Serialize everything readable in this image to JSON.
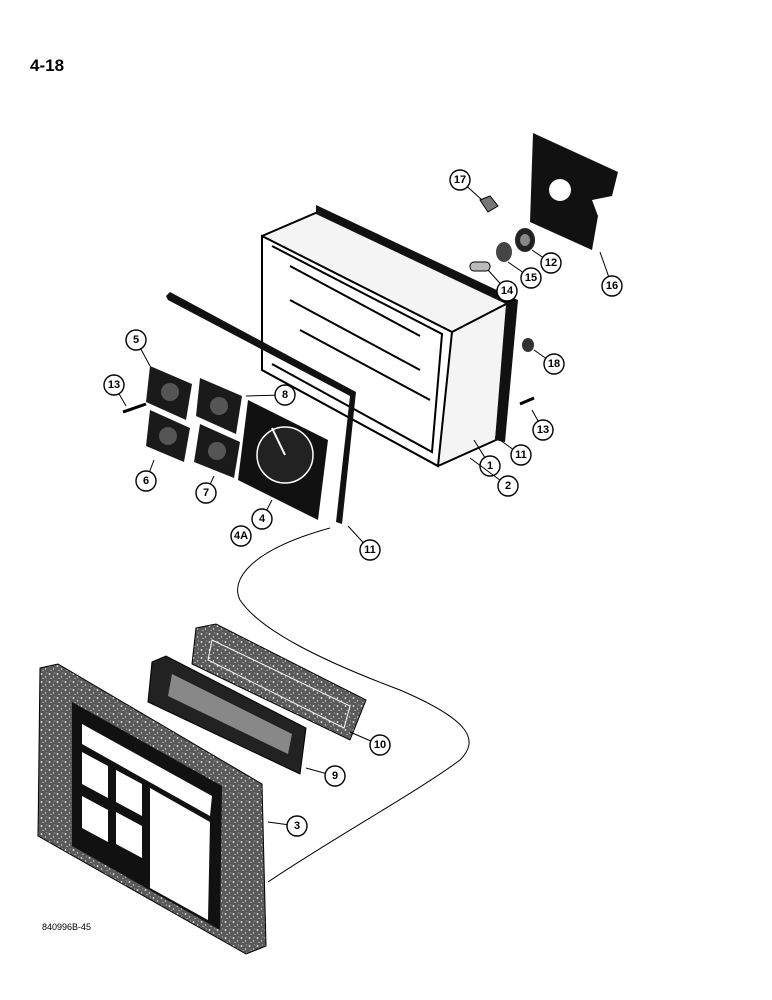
{
  "page": {
    "number": "4-18",
    "figure_code": "840996B-45"
  },
  "callouts": [
    {
      "label": "1"
    },
    {
      "label": "2"
    },
    {
      "label": "3"
    },
    {
      "label": "4"
    },
    {
      "label": "4A"
    },
    {
      "label": "5"
    },
    {
      "label": "6"
    },
    {
      "label": "7"
    },
    {
      "label": "8"
    },
    {
      "label": "9"
    },
    {
      "label": "10"
    },
    {
      "label": "11"
    },
    {
      "label": "11"
    },
    {
      "label": "12"
    },
    {
      "label": "13"
    },
    {
      "label": "13"
    },
    {
      "label": "14"
    },
    {
      "label": "15"
    },
    {
      "label": "16"
    },
    {
      "label": "17"
    },
    {
      "label": "18"
    }
  ]
}
